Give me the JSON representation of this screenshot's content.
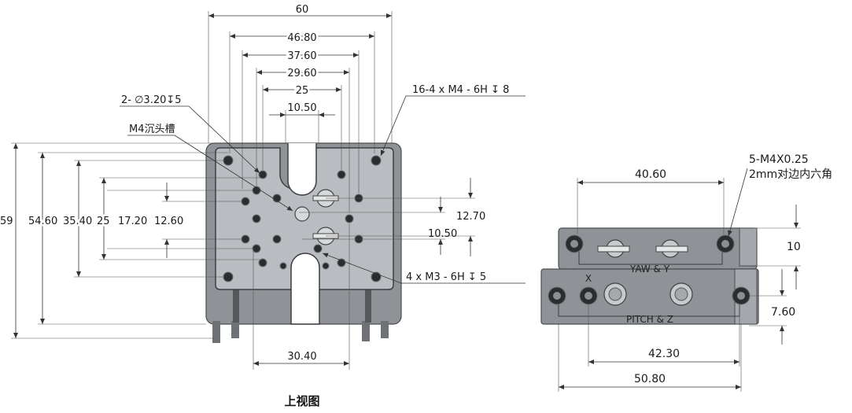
{
  "top_view": {
    "title": "上视图",
    "dims_horizontal": [
      "60",
      "46.80",
      "37.60",
      "29.60",
      "25",
      "10.50",
      "30.40"
    ],
    "dims_vertical": [
      "59",
      "54.60",
      "35.40",
      "25",
      "17.20",
      "12.60"
    ],
    "dims_right": [
      "12.70",
      "10.50"
    ],
    "callout_1": "2- ∅3.20↧5",
    "callout_2": "M4沉头槽",
    "callout_3": "16-4 x  M4 - 6H ↧ 8",
    "callout_4": "4 x  M3 - 6H ↧ 5"
  },
  "side_view": {
    "dim_top": "40.60",
    "dim_right_1": "10",
    "dim_right_2": "7.60",
    "dim_bottom_1": "42.30",
    "dim_bottom_2": "50.80",
    "callout_line1": "5-M4X0.25",
    "callout_line2": "2mm对边内六角",
    "label_yaw": "YAW & Y",
    "label_pitch": "PITCH & Z",
    "label_x": "X"
  }
}
